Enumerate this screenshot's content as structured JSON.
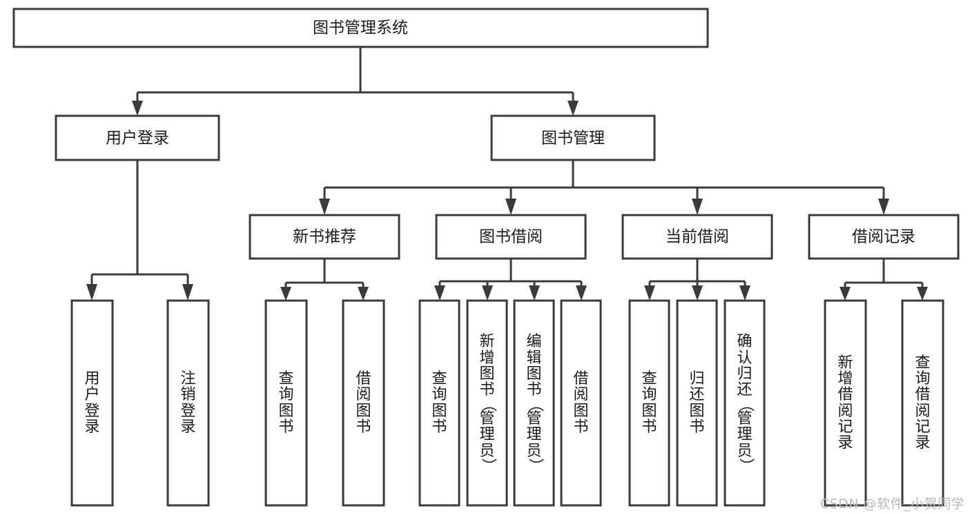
{
  "diagram": {
    "title": "图书管理系统",
    "type": "tree-hierarchy-chart",
    "root": {
      "id": "root",
      "label": "图书管理系统"
    },
    "level1": [
      {
        "id": "user-login",
        "label": "用户登录"
      },
      {
        "id": "book-management",
        "label": "图书管理"
      }
    ],
    "level2": [
      {
        "id": "new-book-recommend",
        "label": "新书推荐",
        "parent": "book-management"
      },
      {
        "id": "book-borrow",
        "label": "图书借阅",
        "parent": "book-management"
      },
      {
        "id": "current-borrow",
        "label": "当前借阅",
        "parent": "book-management"
      },
      {
        "id": "borrow-record",
        "label": "借阅记录",
        "parent": "book-management"
      }
    ],
    "leaves": {
      "user-login": [
        {
          "id": "leaf-user-login",
          "label": "用户登录"
        },
        {
          "id": "leaf-user-logout",
          "label": "注销登录"
        }
      ],
      "new-book-recommend": [
        {
          "id": "leaf-query-book-1",
          "label": "查询图书"
        },
        {
          "id": "leaf-borrow-book-1",
          "label": "借阅图书"
        }
      ],
      "book-borrow": [
        {
          "id": "leaf-query-book-2",
          "label": "查询图书"
        },
        {
          "id": "leaf-add-book",
          "label": "新增图书（管理员）"
        },
        {
          "id": "leaf-edit-book",
          "label": "编辑图书（管理员）"
        },
        {
          "id": "leaf-borrow-book-2",
          "label": "借阅图书"
        }
      ],
      "current-borrow": [
        {
          "id": "leaf-query-book-3",
          "label": "查询图书"
        },
        {
          "id": "leaf-return-book",
          "label": "归还图书"
        },
        {
          "id": "leaf-confirm-return",
          "label": "确认归还（管理员）"
        }
      ],
      "borrow-record": [
        {
          "id": "leaf-add-record",
          "label": "新增借阅记录"
        },
        {
          "id": "leaf-query-record",
          "label": "查询借阅记录"
        }
      ]
    },
    "colors": {
      "stroke": "#3a3a3a",
      "fill": "#ffffff",
      "text": "#1a1a1a",
      "watermark": "#b9b9b9",
      "background": "#ffffff"
    }
  },
  "watermark": {
    "text": "CSDN @软件_小贺同学"
  }
}
